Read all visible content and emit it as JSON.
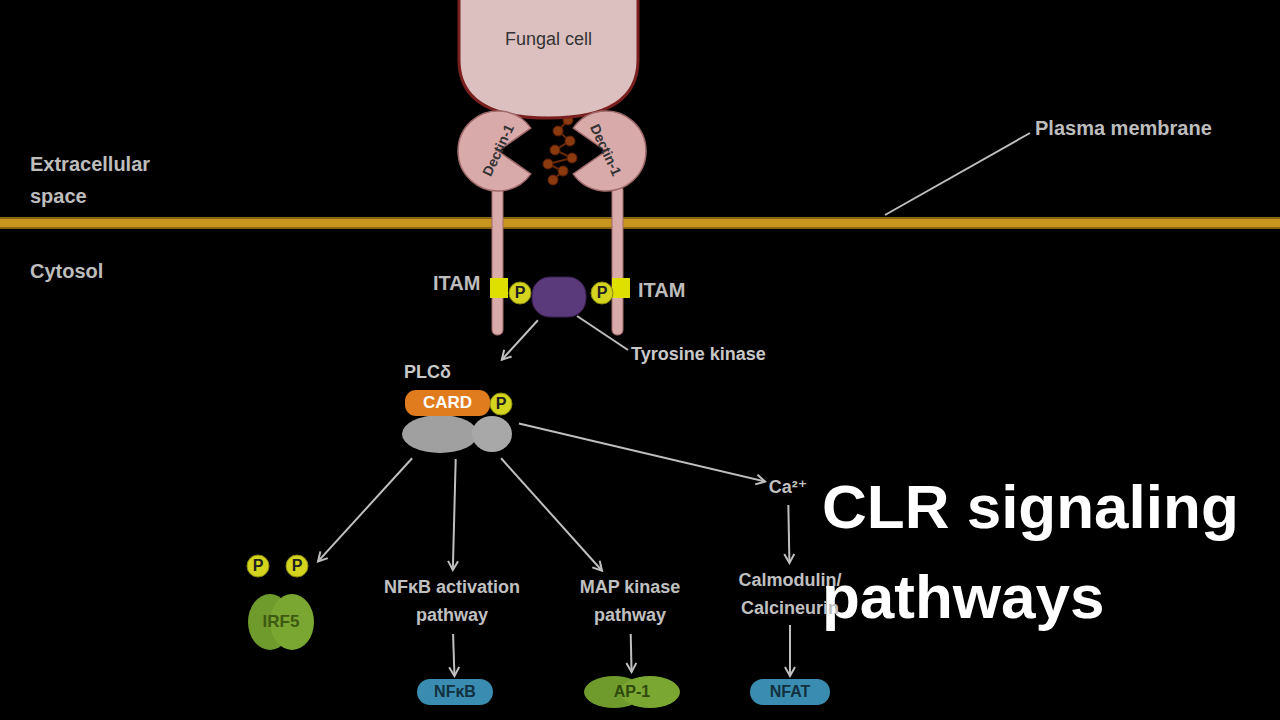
{
  "diagram": {
    "title": "CLR signaling pathways",
    "nodes": [
      {
        "text": [
          "Fungal cell"
        ]
      },
      {
        "text": [
          "Dectin-1"
        ]
      },
      {
        "text": [
          "Dectin-1"
        ]
      },
      {
        "text": [
          "P"
        ]
      },
      {
        "text": [
          "Tyrosine kinase"
        ]
      },
      {
        "text": [
          "P"
        ]
      },
      {
        "text": [
          "PLCδ"
        ]
      },
      {
        "text": [
          "CARD"
        ],
        "in": 6
      },
      {
        "text": [
          "P"
        ],
        "in": 6
      },
      {
        "text": [
          "IRF5"
        ]
      },
      {
        "text": [
          "P"
        ],
        "in": 9
      },
      {
        "text": [
          "P"
        ],
        "in": 9
      },
      {
        "text": [
          "NFκB activation pathway"
        ]
      },
      {
        "text": [
          "MAP kinase pathway"
        ]
      },
      {
        "text": [
          "Ca²⁺"
        ]
      },
      {
        "text": [
          "Calmodulin/ Calcineurin"
        ]
      },
      {
        "text": [
          "NFκB"
        ]
      },
      {
        "text": [
          "AP-1"
        ]
      },
      {
        "text": [
          "NFAT"
        ]
      }
    ],
    "edges": [
      {
        "from": 4,
        "to": 6,
        "arrow": "to"
      },
      {
        "from": 6,
        "to": 9,
        "arrow": "to"
      },
      {
        "from": 6,
        "to": 12,
        "arrow": "to"
      },
      {
        "from": 6,
        "to": 13,
        "arrow": "to"
      },
      {
        "from": 6,
        "to": 14,
        "arrow": "to"
      },
      {
        "from": 12,
        "to": 16,
        "arrow": "to"
      },
      {
        "from": 13,
        "to": 17,
        "arrow": "to"
      },
      {
        "from": 14,
        "to": 15,
        "arrow": "to"
      },
      {
        "from": 15,
        "to": 18,
        "arrow": "to"
      }
    ],
    "labels": [
      "Extracellular space",
      "Plasma membrane",
      "Cytosol",
      "ITAM",
      "ITAM"
    ]
  }
}
